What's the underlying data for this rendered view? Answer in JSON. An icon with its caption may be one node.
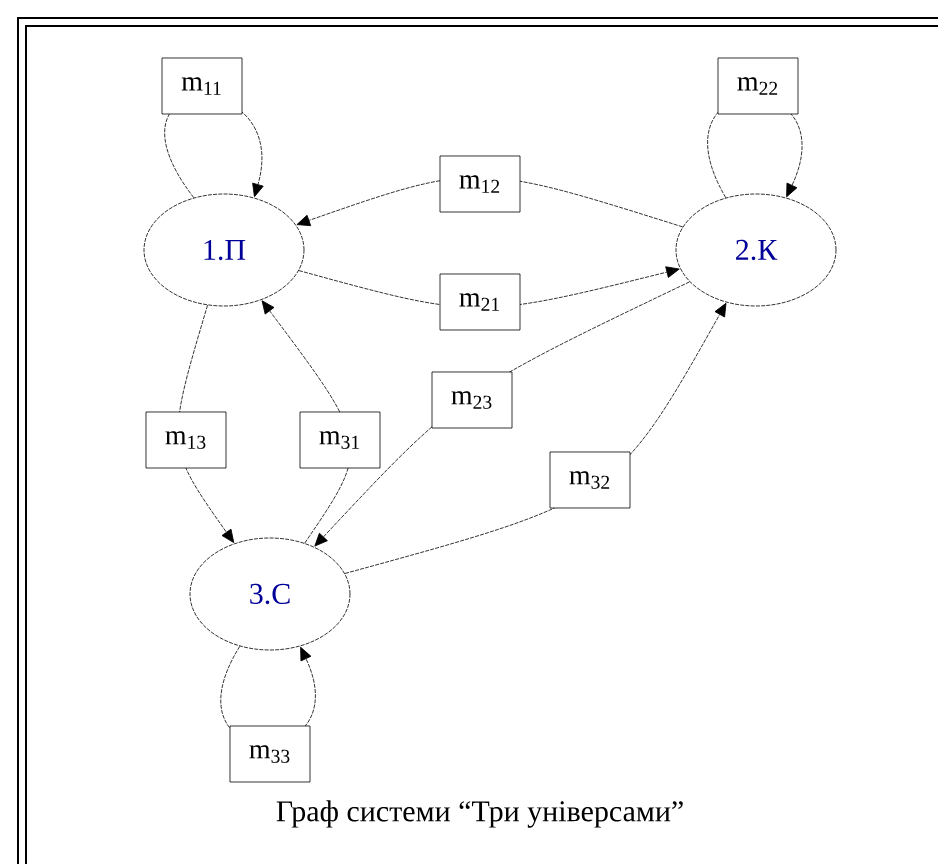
{
  "diagram": {
    "caption": "Граф системи “Три універсами”",
    "nodes": [
      {
        "text": [
          "1.П"
        ]
      },
      {
        "text": [
          "2.К"
        ]
      },
      {
        "text": [
          "3.С"
        ]
      }
    ],
    "edges": [
      {
        "from": 0,
        "to": 0,
        "arrow": "to",
        "label": "m$_{11}$"
      },
      {
        "from": 1,
        "to": 1,
        "arrow": "to",
        "label": "m$_{22}$"
      },
      {
        "from": 1,
        "to": 0,
        "arrow": "to",
        "label": "m$_{12}$"
      },
      {
        "from": 0,
        "to": 1,
        "arrow": "to",
        "label": "m$_{21}$"
      },
      {
        "from": 0,
        "to": 2,
        "arrow": "to",
        "label": "m$_{13}$"
      },
      {
        "from": 2,
        "to": 0,
        "arrow": "to",
        "label": "m$_{31}$"
      },
      {
        "from": 1,
        "to": 2,
        "arrow": "to",
        "label": "m$_{23}$"
      },
      {
        "from": 2,
        "to": 1,
        "arrow": "to",
        "label": "m$_{32}$"
      },
      {
        "from": 2,
        "to": 2,
        "arrow": "to",
        "label": "m$_{33}$"
      }
    ]
  }
}
